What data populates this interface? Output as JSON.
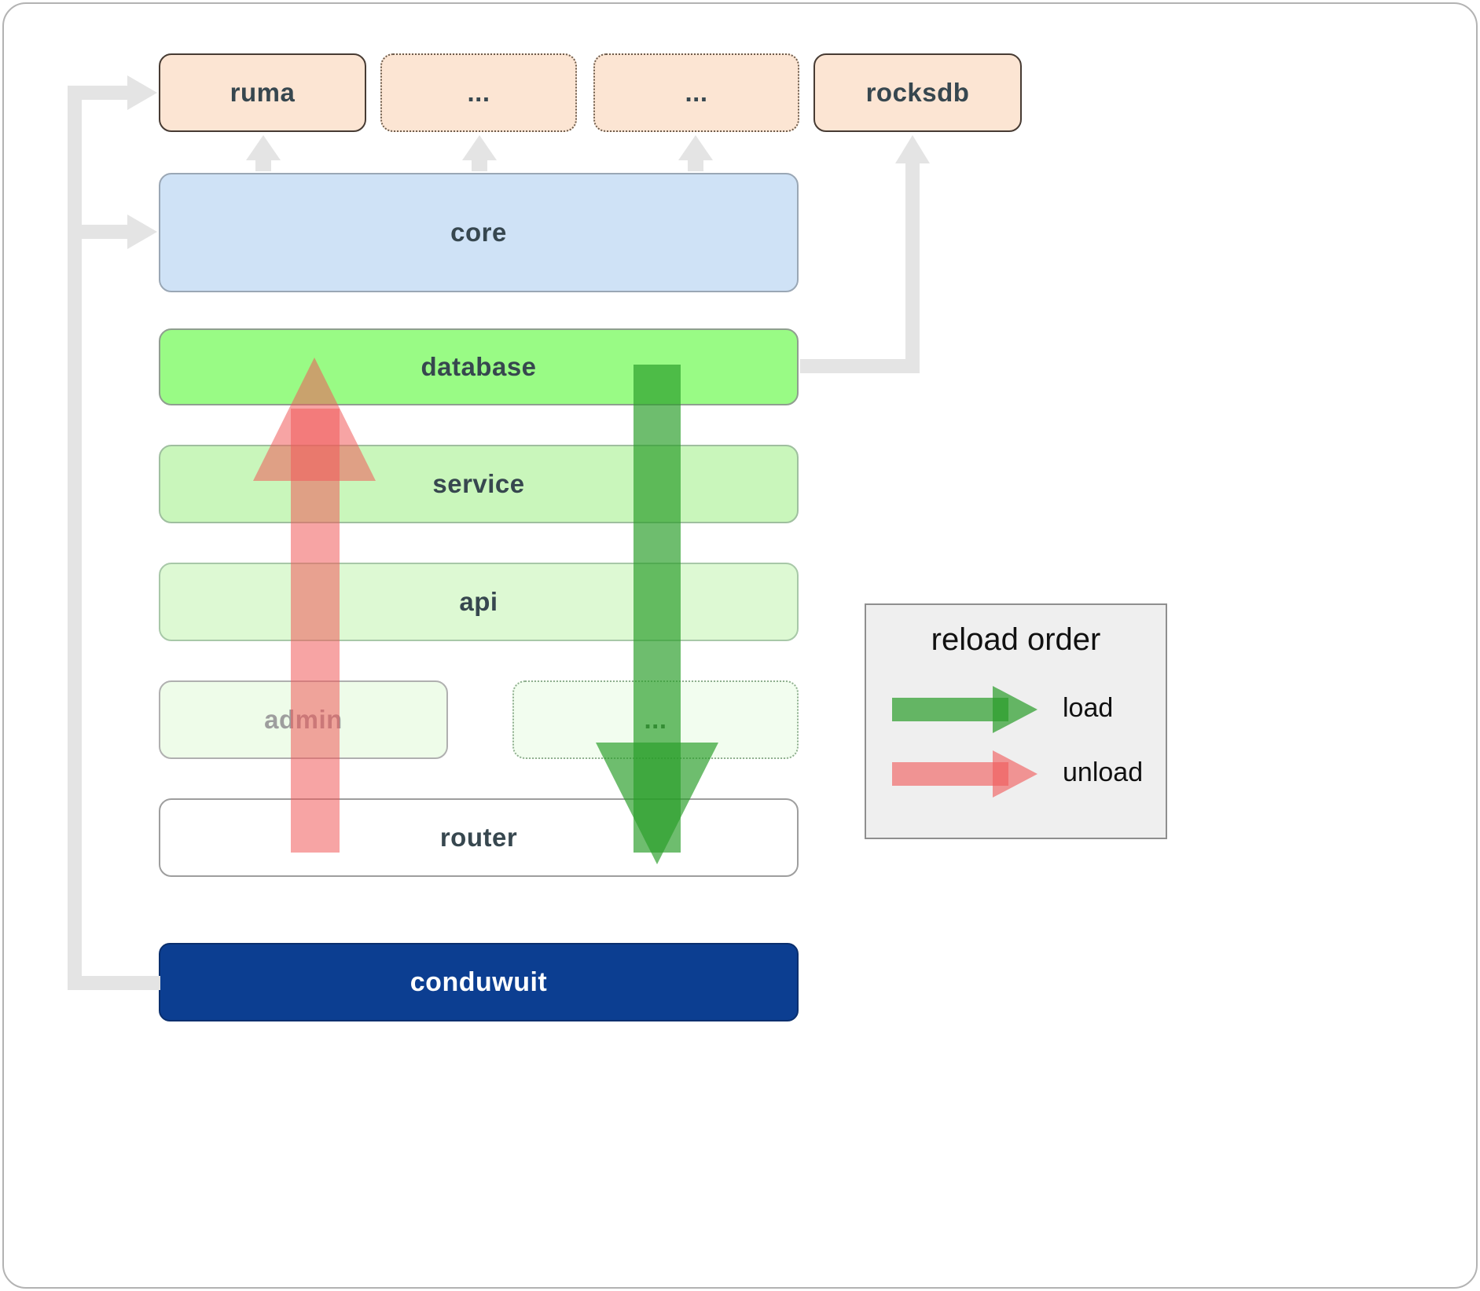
{
  "boxes": {
    "ruma": "ruma",
    "dep1": "...",
    "dep2": "...",
    "rocksdb": "rocksdb",
    "core": "core",
    "database": "database",
    "service": "service",
    "api": "api",
    "admin": "admin",
    "service_dots": "...",
    "router": "router",
    "conduwuit": "conduwuit"
  },
  "legend": {
    "title": "reload order",
    "items": [
      {
        "icon": "load-arrow",
        "label": "load",
        "color": "#2a9d2a"
      },
      {
        "icon": "unload-arrow",
        "label": "unload",
        "color": "#f05a5a"
      }
    ]
  },
  "colors": {
    "external_box": "#fce5d3",
    "core_box": "#cfe2f6",
    "database_box": "#99fb85",
    "service_box": "#c9f6bb",
    "api_box": "#ddf9d3",
    "conduwuit_box": "#0c3e91",
    "connector_gray": "#e4e4e4",
    "load_green": "#2a9d2a",
    "unload_red": "#f05a5a"
  }
}
